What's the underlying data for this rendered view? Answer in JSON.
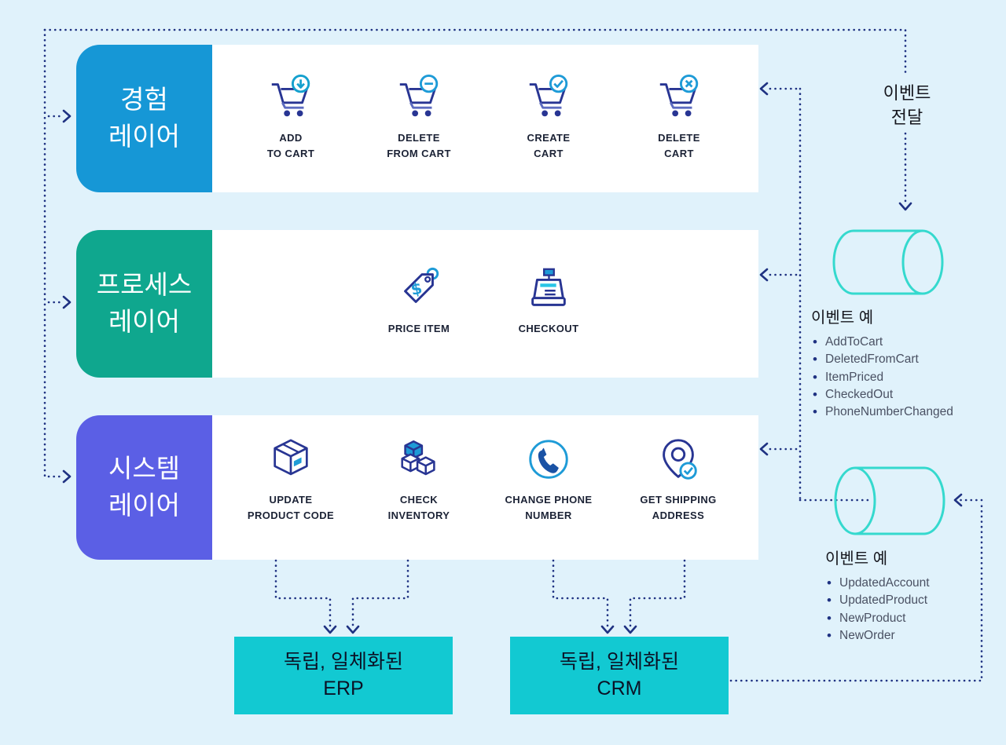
{
  "colors": {
    "background": "#E0F2FB",
    "experience_layer": "#1697D6",
    "process_layer": "#0FA78E",
    "system_layer": "#5B5FE5",
    "bottom_box": "#12C9D2",
    "connector_navy": "#1F3282",
    "cylinder_teal": "#35D9CE",
    "icon_navy": "#283593",
    "icon_blue": "#1E9BD7"
  },
  "layers": [
    {
      "label": "경험\n레이어",
      "items": [
        {
          "icon": "cart-add-icon",
          "label": "ADD\nTO CART"
        },
        {
          "icon": "cart-minus-icon",
          "label": "DELETE\nFROM CART"
        },
        {
          "icon": "cart-check-icon",
          "label": "CREATE\nCART"
        },
        {
          "icon": "cart-x-icon",
          "label": "DELETE\nCART"
        }
      ]
    },
    {
      "label": "프로세스\n레이어",
      "items": [
        {
          "icon": "price-tag-icon",
          "label": "PRICE ITEM"
        },
        {
          "icon": "cash-register-icon",
          "label": "CHECKOUT"
        }
      ]
    },
    {
      "label": "시스템\n레이어",
      "items": [
        {
          "icon": "package-box-icon",
          "label": "UPDATE\nPRODUCT CODE"
        },
        {
          "icon": "inventory-cubes-icon",
          "label": "CHECK\nINVENTORY"
        },
        {
          "icon": "phone-circle-icon",
          "label": "CHANGE PHONE\nNUMBER"
        },
        {
          "icon": "location-pin-check-icon",
          "label": "GET SHIPPING\nADDRESS"
        }
      ]
    }
  ],
  "annotations": {
    "event_delivery": "이벤트\n전달"
  },
  "event_lists": [
    {
      "title": "이벤트 예",
      "items": [
        "AddToCart",
        "DeletedFromCart",
        "ItemPriced",
        "CheckedOut",
        "PhoneNumberChanged"
      ]
    },
    {
      "title": "이벤트 예",
      "items": [
        "UpdatedAccount",
        "UpdatedProduct",
        "NewProduct",
        "NewOrder"
      ]
    }
  ],
  "bottom_systems": [
    {
      "label": "독립, 일체화된\nERP"
    },
    {
      "label": "독립, 일체화된\nCRM"
    }
  ]
}
